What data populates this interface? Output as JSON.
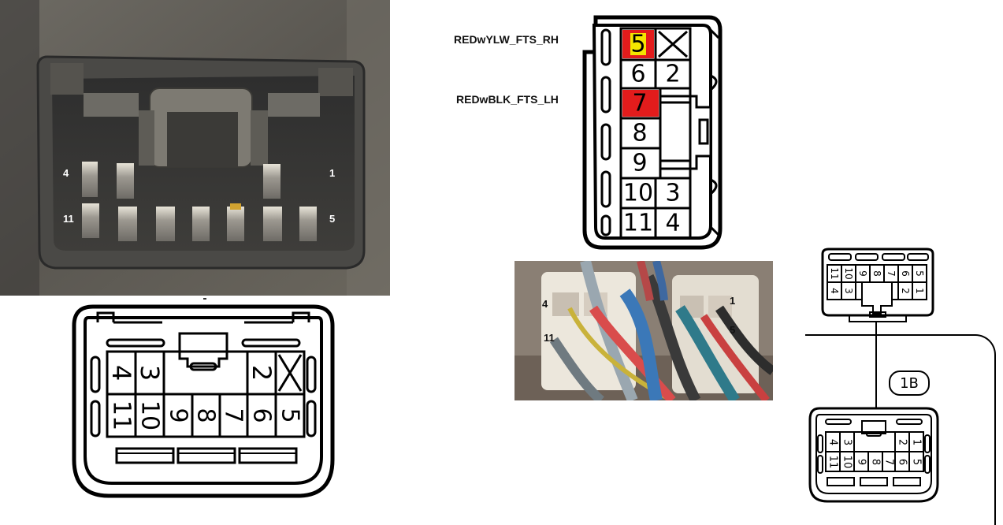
{
  "photo_top_left": {
    "pin_labels": [
      "4",
      "1",
      "11",
      "5"
    ]
  },
  "photo_center": {
    "pin_labels": [
      "4",
      "1",
      "11",
      "5"
    ]
  },
  "connector_vertical": {
    "wire_labels": [
      "REDwYLW_FTS_RH",
      "REDwBLK_FTS_LH"
    ],
    "cells": [
      "5",
      "6",
      "2",
      "7",
      "8",
      "9",
      "10",
      "3",
      "11",
      "4"
    ]
  },
  "connector_bottom_left": {
    "top_row": [
      "4",
      "3",
      "2"
    ],
    "bottom_row": [
      "11",
      "10",
      "9",
      "8",
      "7",
      "6",
      "5"
    ]
  },
  "connector_small_top": {
    "top_row": [
      "11",
      "10",
      "9",
      "8",
      "7",
      "6",
      "5"
    ],
    "bottom_row": [
      "4",
      "3",
      "2",
      "1"
    ]
  },
  "connector_small_bottom": {
    "top_row": [
      "4",
      "3",
      "2",
      "1"
    ],
    "bottom_row": [
      "11",
      "10",
      "9",
      "8",
      "7",
      "6",
      "5"
    ]
  },
  "connector_tag": "1B",
  "colors": {
    "highlight_red": "#e21c1c",
    "highlight_yellow": "#f4e600"
  }
}
